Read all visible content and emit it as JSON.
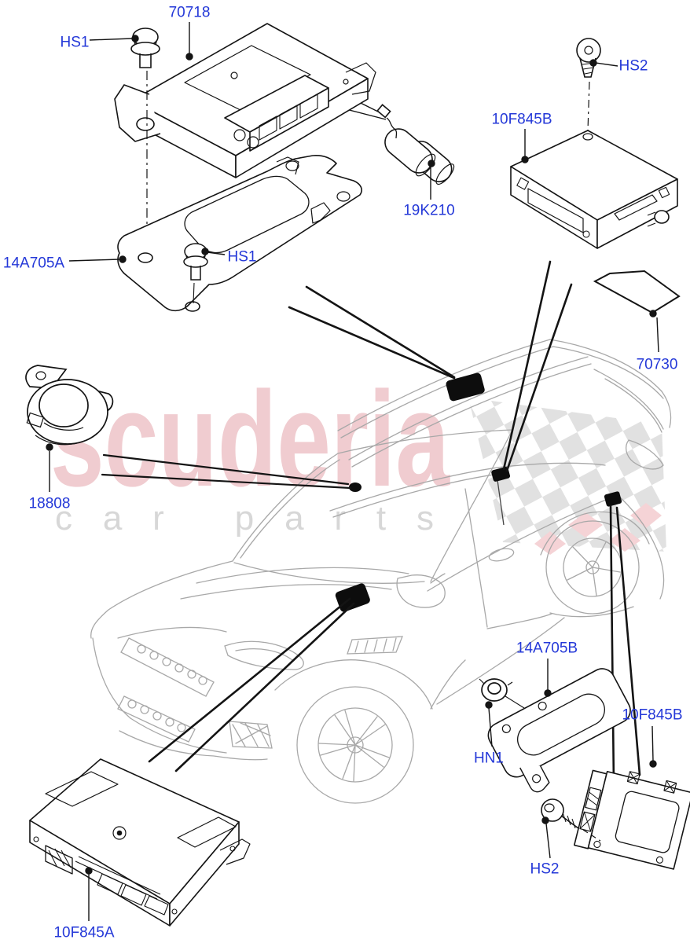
{
  "watermark": {
    "brand": "scuderia",
    "tagline": "car parts"
  },
  "colors": {
    "label_blue": "#2438d8",
    "drawing_black": "#141414",
    "car_gray": "#a8a8a8",
    "watermark_pink": "#f0ccd0",
    "watermark_gray": "#d7d7d7",
    "checker_gray": "#dcdcdc",
    "checker_pink": "#f5d3d6"
  },
  "labels": [
    {
      "id": "70718",
      "text": "70718"
    },
    {
      "id": "hs1_top",
      "text": "HS1"
    },
    {
      "id": "hs2_top",
      "text": "HS2"
    },
    {
      "id": "10f845b_top",
      "text": "10F845B"
    },
    {
      "id": "19k210",
      "text": "19K210"
    },
    {
      "id": "14a705a",
      "text": "14A705A"
    },
    {
      "id": "hs1_bracket",
      "text": "HS1"
    },
    {
      "id": "70730",
      "text": "70730"
    },
    {
      "id": "18808",
      "text": "18808"
    },
    {
      "id": "14a705b",
      "text": "14A705B"
    },
    {
      "id": "10f845b_bottom",
      "text": "10F845B"
    },
    {
      "id": "hn1",
      "text": "HN1"
    },
    {
      "id": "hs2_bottom",
      "text": "HS2"
    },
    {
      "id": "10f845a",
      "text": "10F845A"
    }
  ]
}
